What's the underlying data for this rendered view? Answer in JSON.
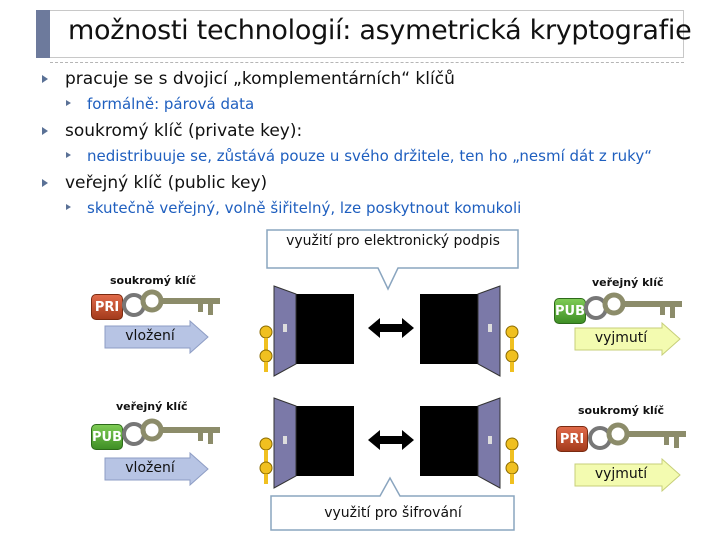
{
  "title": "možnosti technologií: asymetrická kryptografie",
  "bullets": [
    {
      "text": "pracuje se s dvojicí „komplementárních“ klíčů",
      "sub": "formálně: párová data"
    },
    {
      "text": "soukromý klíč (private key):",
      "sub": "nedistribuuje se, zůstává pouze u svého držitele, ten ho „nesmí dát z ruky“"
    },
    {
      "text": "veřejný klíč (public key)",
      "sub": "skutečně veřejný, volně šiřitelný, lze poskytnout komukoli"
    }
  ],
  "callouts": {
    "signature": "využití pro elektronický podpis",
    "encryption": "využití pro šifrování"
  },
  "top_row": {
    "left_key_label": "soukromý  klíč",
    "left_tag": "PRI",
    "left_action": "vložení",
    "right_key_label": "veřejný klíč",
    "right_tag": "PUB",
    "right_action": "vyjmutí"
  },
  "bottom_row": {
    "left_key_label": "veřejný klíč",
    "left_tag": "PUB",
    "left_action": "vložení",
    "right_key_label": "soukromý  klíč",
    "right_tag": "PRI",
    "right_action": "vyjmutí"
  },
  "colors": {
    "accent_bar": "#6d7a9c",
    "sub_bullet": "#1f5fbf",
    "insert_arrow": "#b7c4e4",
    "remove_arrow": "#f3fbb0",
    "door": "#7b79a8",
    "key": "#8c8c6a",
    "pri_tag": "#b8442a",
    "pub_tag": "#4e9f30"
  }
}
